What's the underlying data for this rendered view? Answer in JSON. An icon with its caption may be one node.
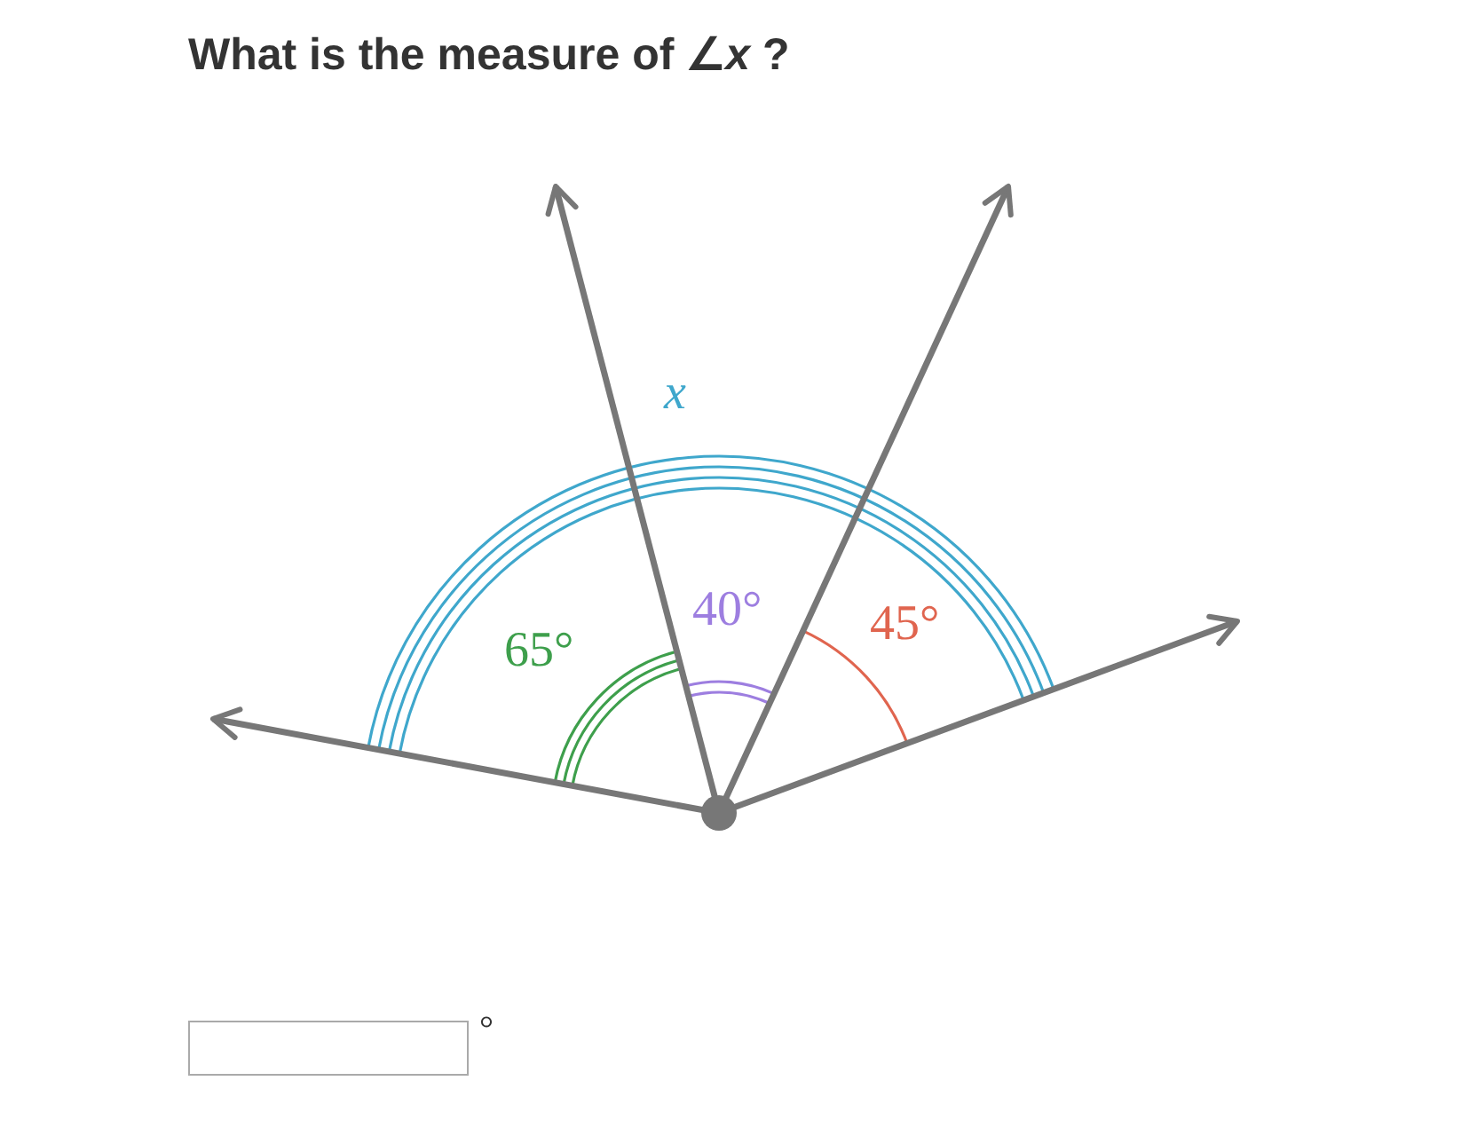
{
  "diagram": {
    "title": "What is the measure of ∠*x* ?",
    "labels": [
      "x",
      "40°",
      "65°",
      "45°",
      "°"
    ]
  }
}
